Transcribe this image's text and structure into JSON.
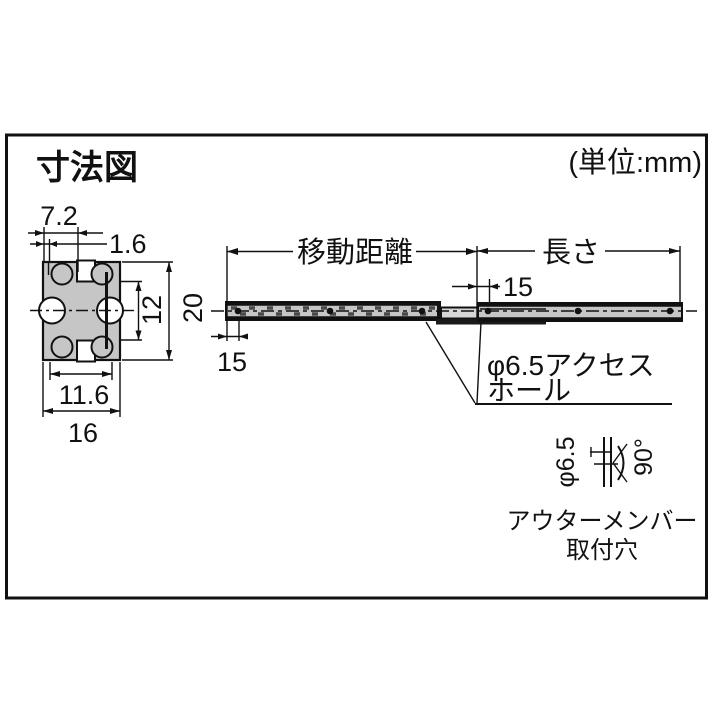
{
  "title": "寸法図",
  "unit_note": "(単位:mm)",
  "cross_section": {
    "top_slot_width": "7.2",
    "wall_thickness": "1.6",
    "inner_height": "12",
    "outer_height": "20",
    "inner_width": "11.6",
    "outer_width": "16"
  },
  "side_view": {
    "travel_label": "移動距離",
    "length_label": "長さ",
    "outer_hole_offset": "15",
    "inner_hole_offset": "15",
    "access_note_line1": "φ6.5アクセス",
    "access_note_line2": "ホール"
  },
  "detail": {
    "hole_diameter": "φ6.5",
    "countersink_angle": "90°",
    "caption_line1": "アウターメンバー",
    "caption_line2": "取付穴"
  },
  "colors": {
    "line": "#111111",
    "body_gray": "#c6c6c6",
    "strip_gray": "#d6d6d6"
  }
}
